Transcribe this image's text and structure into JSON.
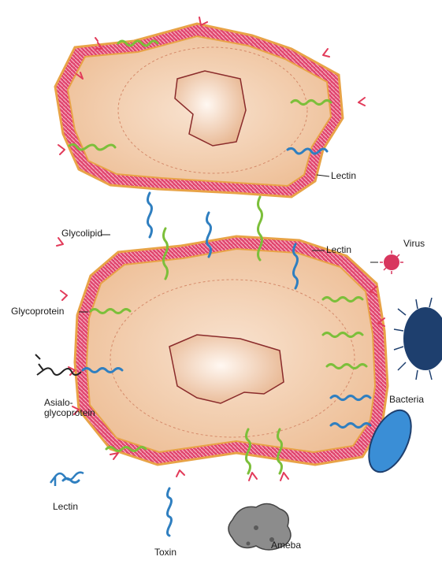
{
  "labels": {
    "lectin_top": "Lectin",
    "glycolipid": "Glycolipid",
    "lectin_mid": "Lectin",
    "virus": "Virus",
    "glycoprotein": "Glycoprotein",
    "asialo_line1": "Asialo-",
    "asialo_line2": "glycoprotein",
    "bacteria": "Bacteria",
    "lectin_bottom": "Lectin",
    "toxin": "Toxin",
    "ameba": "Ameba"
  },
  "colors": {
    "cytoplasm": "#f1c9a8",
    "membrane": "#e0456e",
    "membrane_edge": "#e8a347",
    "nucleus": "#f6ddc8",
    "glycoprotein": "#7cbf3a",
    "lectin": "#2f7fc0",
    "sugar": "#e23b5a",
    "virus": "#d8365e",
    "bacteria_body": "#3a8ed6",
    "ameba": "#8c8c8c"
  }
}
